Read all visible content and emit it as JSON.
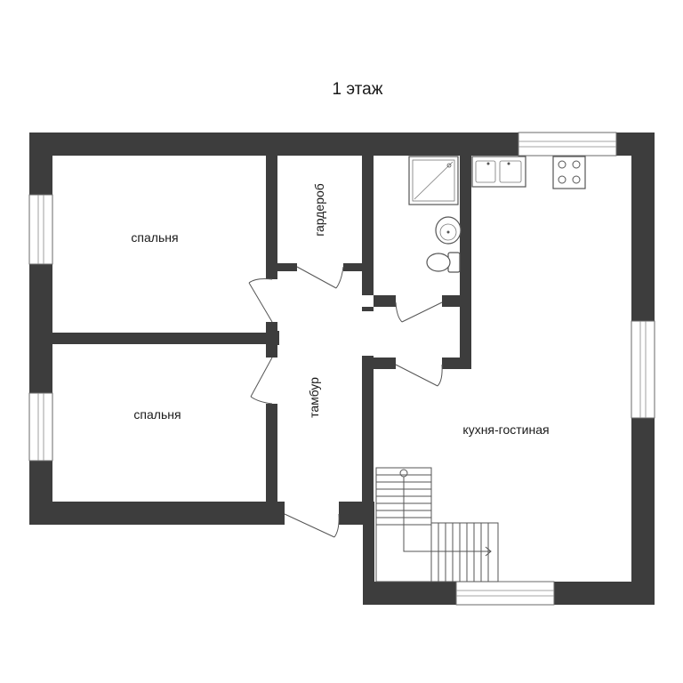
{
  "floor_title": "1 этаж",
  "rooms": {
    "bedroom_top": "спальня",
    "bedroom_bottom": "спальня",
    "wardrobe": "гардероб",
    "vestibule": "тамбур",
    "kitchen_living": "кухня-гостиная"
  },
  "colors": {
    "wall": "#3d3d3d",
    "fixture": "#555555",
    "background": "#ffffff"
  }
}
